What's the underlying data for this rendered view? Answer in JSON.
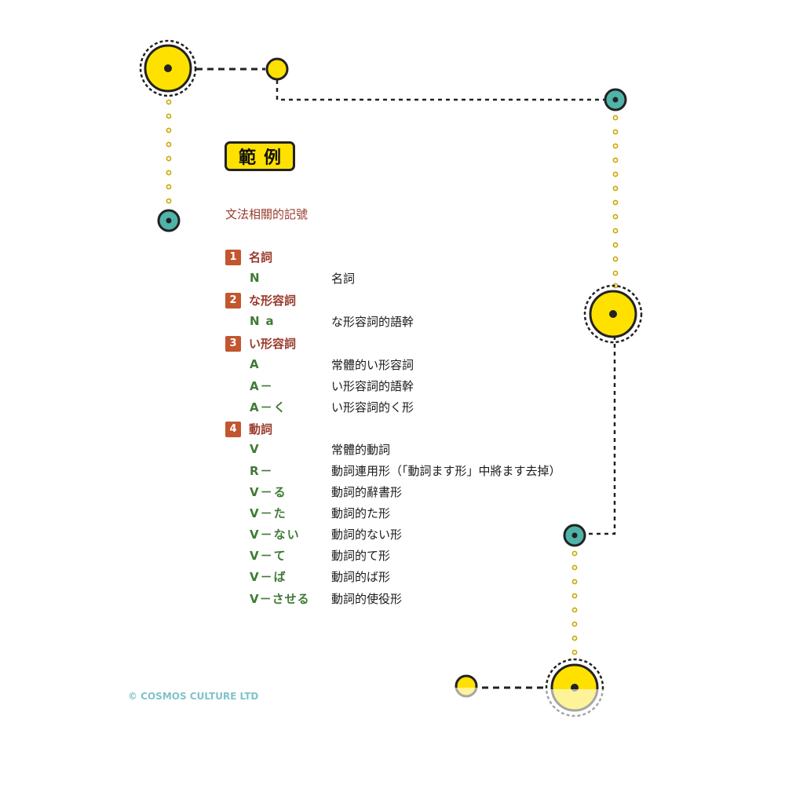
{
  "page": {
    "title": "範例",
    "subtitle": "文法相關的記號",
    "copyright": "© COSMOS CULTURE LTD"
  },
  "colors": {
    "yellow": "#ffe100",
    "teal": "#4fb3a9",
    "dark": "#222222",
    "brown": "#9a3a2c",
    "badge": "#c2562f",
    "green": "#3f7a34",
    "copyright": "#7fc4c8"
  },
  "sections": [
    {
      "number": "1",
      "title": "名詞",
      "entries": [
        {
          "symbol": "N",
          "desc": "名詞"
        }
      ]
    },
    {
      "number": "2",
      "title": "な形容詞",
      "entries": [
        {
          "symbol": "Na",
          "desc": "な形容詞的語幹"
        }
      ]
    },
    {
      "number": "3",
      "title": "い形容詞",
      "entries": [
        {
          "symbol": "A",
          "desc": "常體的い形容詞"
        },
        {
          "symbol": "A－",
          "desc": "い形容詞的語幹"
        },
        {
          "symbol": "A－く",
          "desc": "い形容詞的く形"
        }
      ]
    },
    {
      "number": "4",
      "title": "動詞",
      "entries": [
        {
          "symbol": "V",
          "desc": "常體的動詞"
        },
        {
          "symbol": "R－",
          "desc": "動詞連用形（「動詞ます形」中將ます去掉）"
        },
        {
          "symbol": "V－る",
          "desc": "動詞的辭書形"
        },
        {
          "symbol": "V－た",
          "desc": "動詞的た形"
        },
        {
          "symbol": "V－ない",
          "desc": "動詞的ない形"
        },
        {
          "symbol": "V－て",
          "desc": "動詞的て形"
        },
        {
          "symbol": "V－ば",
          "desc": "動詞的ば形"
        },
        {
          "symbol": "V－させる",
          "desc": "動詞的使役形"
        }
      ]
    }
  ]
}
